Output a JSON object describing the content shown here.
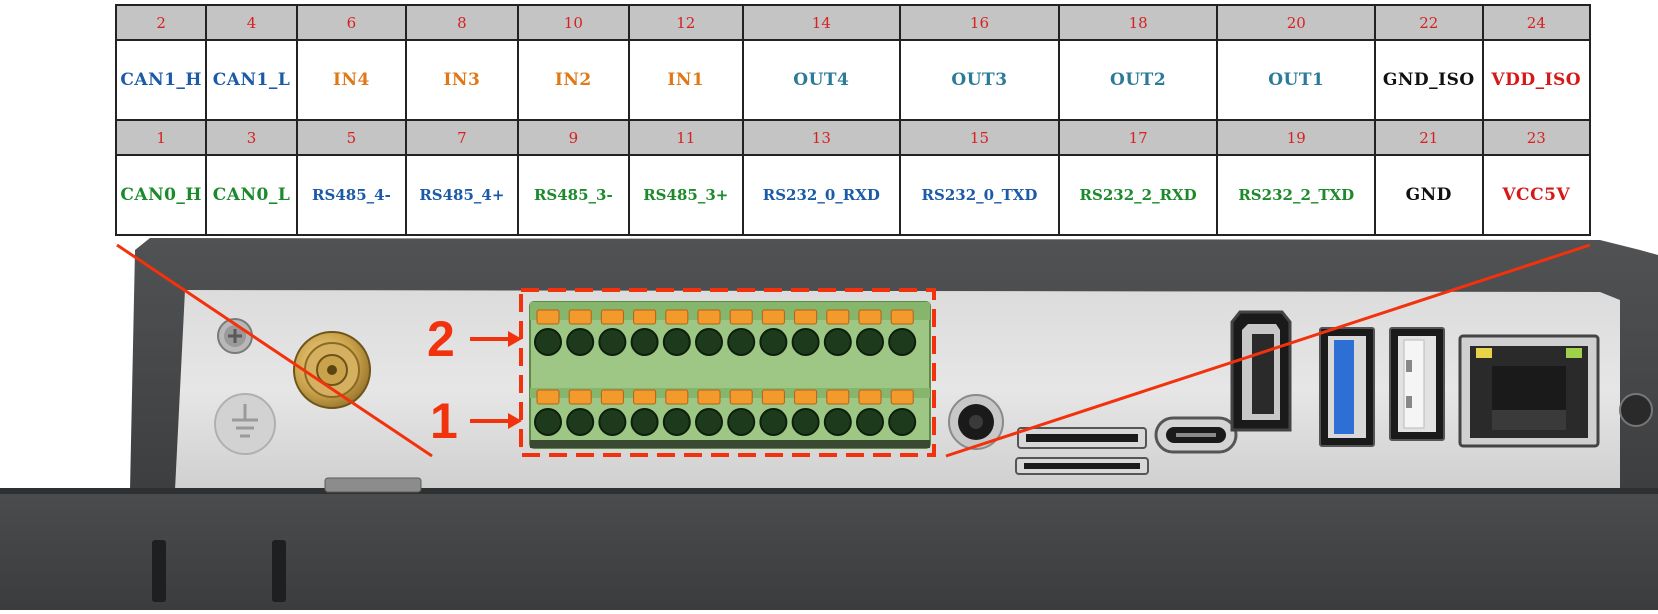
{
  "table": {
    "colors": {
      "pin_number": "#d72020",
      "can": "#1a8a2a",
      "can1": "#1a5aa8",
      "input": "#e07818",
      "output": "#2a7a98",
      "rs485": "#1a5aa8",
      "rs485_3": "#1a8a2a",
      "rs232": "#1a5aa8",
      "rs232_2": "#1a8a2a",
      "ground": "#111111",
      "power": "#d71818"
    },
    "top_numbers": [
      "2",
      "4",
      "6",
      "8",
      "10",
      "12",
      "14",
      "16",
      "18",
      "20",
      "22",
      "24"
    ],
    "top_signals": [
      {
        "label": "CAN1_H",
        "color": "#1a5aa8"
      },
      {
        "label": "CAN1_L",
        "color": "#1a5aa8"
      },
      {
        "label": "IN4",
        "color": "#e07818"
      },
      {
        "label": "IN3",
        "color": "#e07818"
      },
      {
        "label": "IN2",
        "color": "#e07818"
      },
      {
        "label": "IN1",
        "color": "#e07818"
      },
      {
        "label": "OUT4",
        "color": "#2a7a98"
      },
      {
        "label": "OUT3",
        "color": "#2a7a98"
      },
      {
        "label": "OUT2",
        "color": "#2a7a98"
      },
      {
        "label": "OUT1",
        "color": "#2a7a98"
      },
      {
        "label": "GND_ISO",
        "color": "#111111"
      },
      {
        "label": "VDD_ISO",
        "color": "#d71818"
      }
    ],
    "bottom_numbers": [
      "1",
      "3",
      "5",
      "7",
      "9",
      "11",
      "13",
      "15",
      "17",
      "19",
      "21",
      "23"
    ],
    "bottom_signals": [
      {
        "label": "CAN0_H",
        "color": "#1a8a2a"
      },
      {
        "label": "CAN0_L",
        "color": "#1a8a2a"
      },
      {
        "label": "RS485_4-",
        "color": "#1a5aa8"
      },
      {
        "label": "RS485_4+",
        "color": "#1a5aa8"
      },
      {
        "label": "RS485_3-",
        "color": "#1a8a2a"
      },
      {
        "label": "RS485_3+",
        "color": "#1a8a2a"
      },
      {
        "label": "RS232_0_RXD",
        "color": "#1a5aa8"
      },
      {
        "label": "RS232_0_TXD",
        "color": "#1a5aa8"
      },
      {
        "label": "RS232_2_RXD",
        "color": "#1a8a2a"
      },
      {
        "label": "RS232_2_TXD",
        "color": "#1a8a2a"
      },
      {
        "label": "GND",
        "color": "#111111"
      },
      {
        "label": "VCC5V",
        "color": "#d71818"
      }
    ]
  },
  "connector": {
    "row_labels": {
      "top": "2",
      "bottom": "1"
    },
    "pins_per_row": 12,
    "highlight_color": "#f2320d"
  },
  "device": {
    "ports": [
      "antenna-connector",
      "ground-screw",
      "audio-jack",
      "sd-card-slot",
      "usb-c-port",
      "hdmi-port",
      "usb3-port",
      "usb2-port",
      "ethernet-port",
      "power-button"
    ]
  }
}
